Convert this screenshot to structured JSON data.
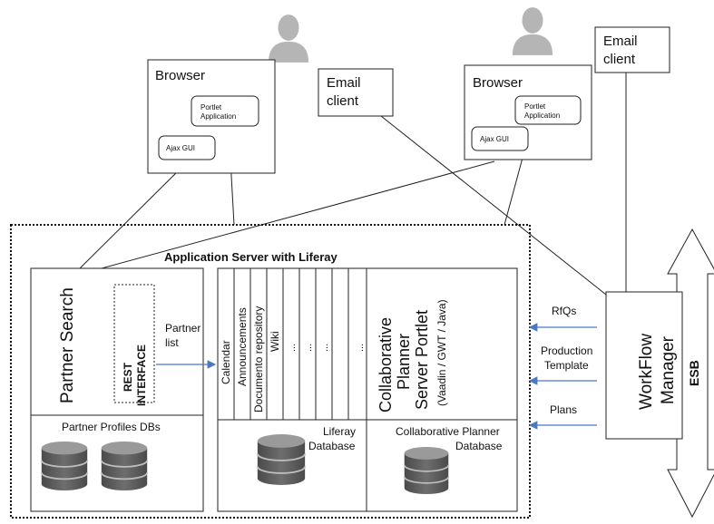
{
  "browsers": [
    {
      "title": "Browser",
      "portlet": [
        "Portlet",
        "Application"
      ],
      "ajax": "Ajax GUI"
    },
    {
      "title": "Browser",
      "portlet": [
        "Portlet",
        "Application"
      ],
      "ajax": "Ajax GUI"
    }
  ],
  "email_clients": [
    {
      "label": [
        "Email",
        "client"
      ]
    },
    {
      "label": [
        "Email",
        "client"
      ]
    }
  ],
  "app_server": {
    "title": "Application Server with Liferay"
  },
  "partner_search": {
    "label": "Partner Search",
    "rest": [
      "REST",
      "INTERFACE"
    ],
    "profiles_title": "Partner  Profiles DBs"
  },
  "partner_list": [
    "Partner",
    "list"
  ],
  "portlet_tabs": [
    "Calendar",
    "Announcements",
    "Documento repository",
    "Wiki",
    "...",
    "...",
    "...",
    "..."
  ],
  "liferay_db": [
    "Liferay",
    "Database"
  ],
  "collab_portlet": [
    "Collaborative",
    "Planner",
    "Server Portlet",
    "(Vaadin / GWT / Java)"
  ],
  "collab_db": [
    "Collaborative Planner",
    "Database"
  ],
  "messages": {
    "rfqs": "RfQs",
    "production": [
      "Production",
      "Template"
    ],
    "plans": "Plans"
  },
  "workflow": [
    "WorkFlow",
    "Manager"
  ],
  "esb": "ESB",
  "colors": {
    "arrow_blue": "#4a78c2",
    "db_dark": "#555555",
    "db_light": "#9a9a9a",
    "user_gray": "#b5b5b5"
  }
}
